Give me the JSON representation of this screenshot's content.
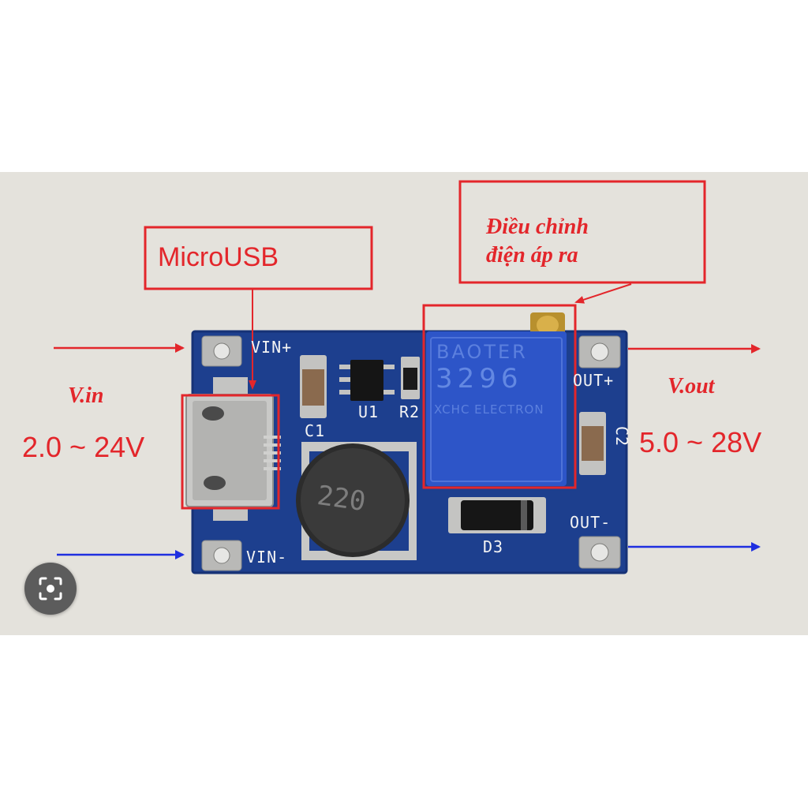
{
  "labels": {
    "microusb": "MicroUSB",
    "adjust_line1": "Điều chỉnh",
    "adjust_line2": "điện áp ra",
    "vin_name": "V.in",
    "vin_range": "2.0 ~ 24V",
    "vout_name": "V.out",
    "vout_range": "5.0 ~ 28V"
  },
  "silkscreen": {
    "vin_plus": "VIN+",
    "vin_minus": "VIN-",
    "out_plus": "OUT+",
    "out_minus": "OUT-",
    "c1": "C1",
    "u1": "U1",
    "r2": "R2",
    "c2": "C2",
    "d3": "D3"
  },
  "components": {
    "inductor_marking": "220",
    "pot_brand": "BAOTER",
    "pot_model": "3296",
    "pot_maker": "XCHC ELECTRON"
  },
  "icons": {
    "visual_search": "lens-icon"
  },
  "colors": {
    "annotation_red": "#e3262b",
    "arrow_blue": "#1f2fe0",
    "pcb_blue": "#1d3f8e",
    "pot_blue": "#2d55c8"
  }
}
